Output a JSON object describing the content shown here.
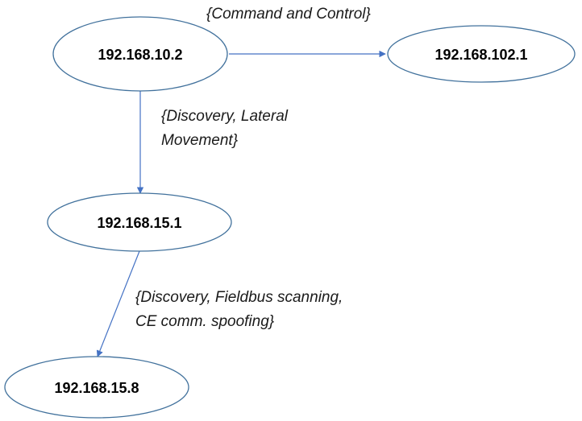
{
  "nodes": {
    "a": {
      "label": "192.168.10.2"
    },
    "b": {
      "label": "192.168.102.1"
    },
    "c": {
      "label": "192.168.15.1"
    },
    "d": {
      "label": "192.168.15.8"
    }
  },
  "edges": {
    "ab": {
      "lines": [
        "{Command and Control}"
      ]
    },
    "ac": {
      "lines": [
        "{Discovery, Lateral",
        "Movement}"
      ]
    },
    "cd": {
      "lines": [
        "{Discovery, Fieldbus scanning,",
        "CE comm. spoofing}"
      ]
    }
  },
  "colors": {
    "edge": "#4472c4",
    "node_border": "#41719c"
  }
}
